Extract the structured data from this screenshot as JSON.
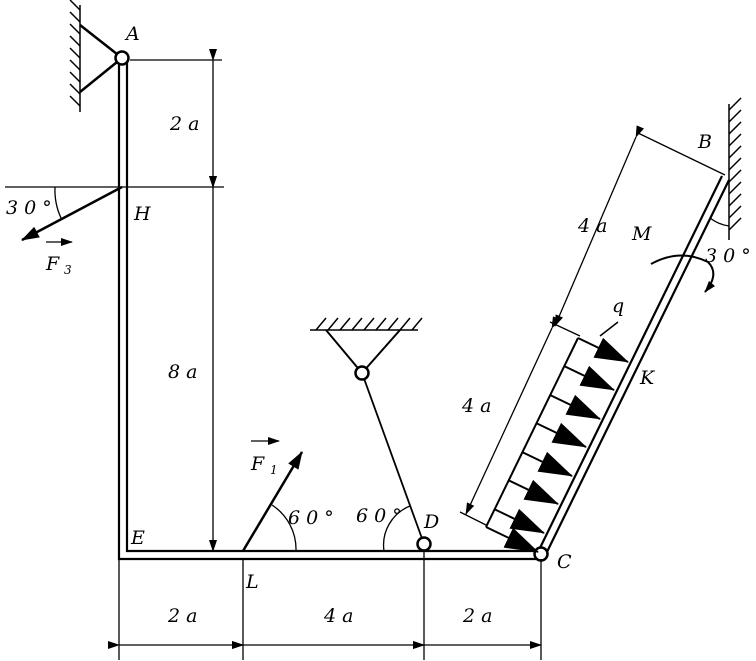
{
  "points": {
    "A": "A",
    "B": "B",
    "C": "C",
    "D": "D",
    "E": "E",
    "H": "H",
    "K": "K",
    "L": "L",
    "M": "M"
  },
  "load": {
    "q": "q"
  },
  "forces": {
    "F1": {
      "letter": "F",
      "sub": "1"
    },
    "F3": {
      "letter": "F",
      "sub": "3"
    }
  },
  "angles": {
    "h": "3 0 °",
    "b": "3 0 °",
    "l": "6 0 °",
    "d": "6 0 °"
  },
  "dimensions": {
    "ah": "2 a",
    "he": "8 a",
    "el": "2 a",
    "ld": "4 a",
    "dc": "2 a",
    "upper_incline": "4 a",
    "lower_incline": "4 a"
  }
}
